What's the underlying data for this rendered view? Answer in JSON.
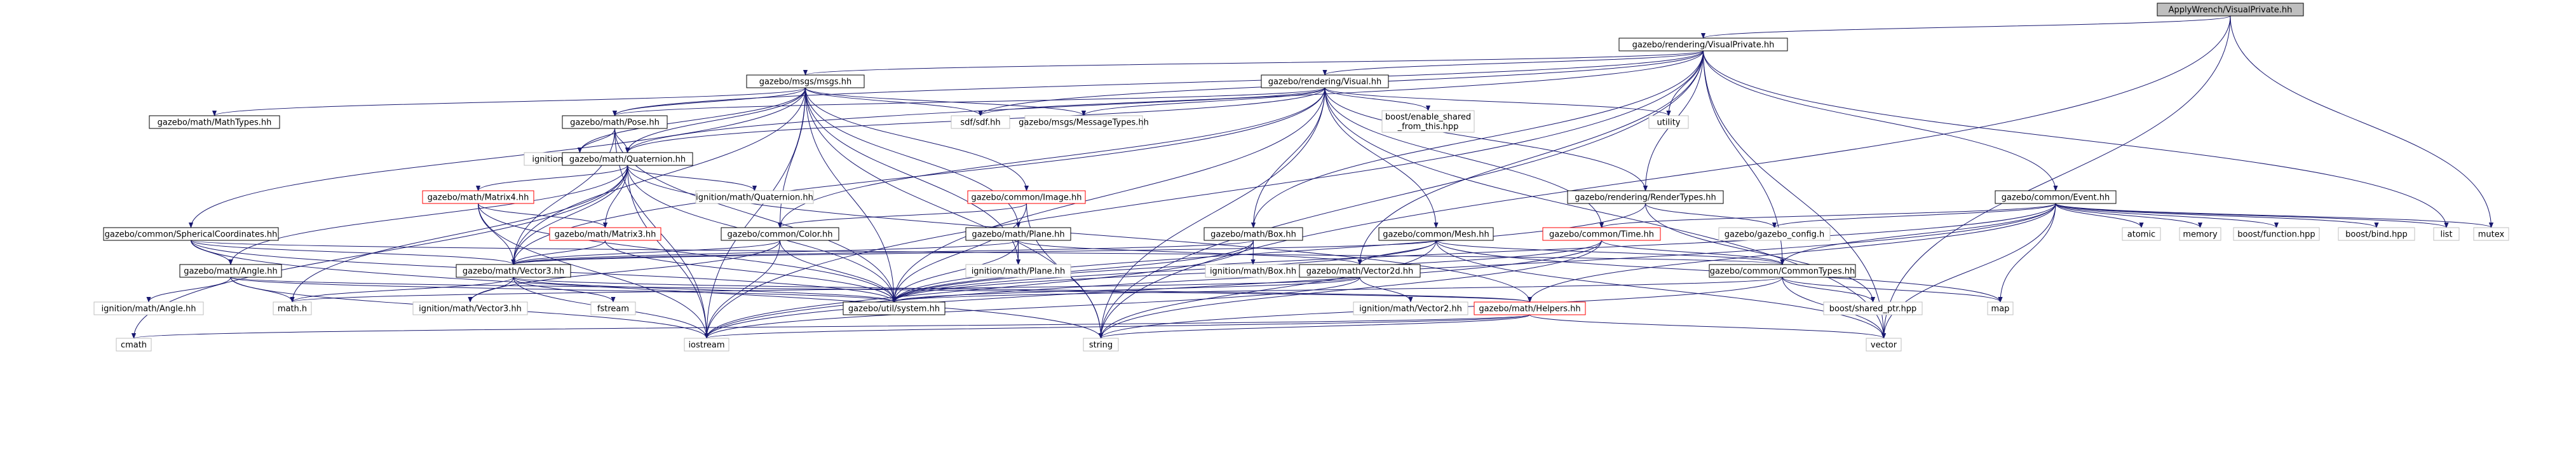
{
  "diagram": {
    "nodes": [
      {
        "id": "apply",
        "label": "ApplyWrench/VisualPrivate.hh",
        "style": "root"
      },
      {
        "id": "vp",
        "label": "gazebo/rendering/VisualPrivate.hh",
        "style": "box"
      },
      {
        "id": "msgs",
        "label": "gazebo/msgs/msgs.hh",
        "style": "box"
      },
      {
        "id": "visual",
        "label": "gazebo/rendering/Visual.hh",
        "style": "box"
      },
      {
        "id": "mathtypes",
        "label": "gazebo/math/MathTypes.hh",
        "style": "box"
      },
      {
        "id": "pose",
        "label": "gazebo/math/Pose.hh",
        "style": "box"
      },
      {
        "id": "sdf",
        "label": "sdf/sdf.hh",
        "style": "ext"
      },
      {
        "id": "msgtypes",
        "label": "gazebo/msgs/MessageTypes.hh",
        "style": "ext"
      },
      {
        "id": "boostshared",
        "label": "boost/enable_shared\n_from_this.hpp",
        "style": "ext"
      },
      {
        "id": "utility",
        "label": "utility",
        "style": "ext"
      },
      {
        "id": "ipose3",
        "label": "ignition/math/Pose3.hh",
        "style": "ext"
      },
      {
        "id": "quat",
        "label": "gazebo/math/Quaternion.hh",
        "style": "box"
      },
      {
        "id": "iquat",
        "label": "ignition/math/Quaternion.hh",
        "style": "ext"
      },
      {
        "id": "matrix4",
        "label": "gazebo/math/Matrix4.hh",
        "style": "red"
      },
      {
        "id": "matrix3",
        "label": "gazebo/math/Matrix3.hh",
        "style": "red"
      },
      {
        "id": "image",
        "label": "gazebo/common/Image.hh",
        "style": "red"
      },
      {
        "id": "rtypes",
        "label": "gazebo/rendering/RenderTypes.hh",
        "style": "box"
      },
      {
        "id": "event",
        "label": "gazebo/common/Event.hh",
        "style": "box"
      },
      {
        "id": "spherical",
        "label": "gazebo/common/SphericalCoordinates.hh",
        "style": "box"
      },
      {
        "id": "angle",
        "label": "gazebo/math/Angle.hh",
        "style": "box"
      },
      {
        "id": "iangle",
        "label": "ignition/math/Angle.hh",
        "style": "ext"
      },
      {
        "id": "color",
        "label": "gazebo/common/Color.hh",
        "style": "box"
      },
      {
        "id": "plane",
        "label": "gazebo/math/Plane.hh",
        "style": "box"
      },
      {
        "id": "iplane",
        "label": "ignition/math/Plane.hh",
        "style": "ext"
      },
      {
        "id": "box",
        "label": "gazebo/math/Box.hh",
        "style": "box"
      },
      {
        "id": "ibox",
        "label": "ignition/math/Box.hh",
        "style": "ext"
      },
      {
        "id": "mesh",
        "label": "gazebo/common/Mesh.hh",
        "style": "box"
      },
      {
        "id": "time",
        "label": "gazebo/common/Time.hh",
        "style": "red"
      },
      {
        "id": "gzconfig",
        "label": "gazebo/gazebo_config.h",
        "style": "ext"
      },
      {
        "id": "atomic",
        "label": "atomic",
        "style": "ext"
      },
      {
        "id": "memory",
        "label": "memory",
        "style": "ext"
      },
      {
        "id": "boostfunc",
        "label": "boost/function.hpp",
        "style": "ext"
      },
      {
        "id": "boostbind",
        "label": "boost/bind.hpp",
        "style": "ext"
      },
      {
        "id": "list",
        "label": "list",
        "style": "ext"
      },
      {
        "id": "mutex",
        "label": "mutex",
        "style": "ext"
      },
      {
        "id": "vector3",
        "label": "gazebo/math/Vector3.hh",
        "style": "box"
      },
      {
        "id": "vector2d",
        "label": "gazebo/math/Vector2d.hh",
        "style": "box"
      },
      {
        "id": "ctypes",
        "label": "gazebo/common/CommonTypes.hh",
        "style": "box"
      },
      {
        "id": "mathh",
        "label": "math.h",
        "style": "ext"
      },
      {
        "id": "ivector3",
        "label": "ignition/math/Vector3.hh",
        "style": "ext"
      },
      {
        "id": "fstream",
        "label": "fstream",
        "style": "ext"
      },
      {
        "id": "system",
        "label": "gazebo/util/system.hh",
        "style": "box"
      },
      {
        "id": "ivector2",
        "label": "ignition/math/Vector2.hh",
        "style": "ext"
      },
      {
        "id": "helpers",
        "label": "gazebo/math/Helpers.hh",
        "style": "red"
      },
      {
        "id": "boostsharedptr",
        "label": "boost/shared_ptr.hpp",
        "style": "ext"
      },
      {
        "id": "map",
        "label": "map",
        "style": "ext"
      },
      {
        "id": "cmath",
        "label": "cmath",
        "style": "ext"
      },
      {
        "id": "iostream",
        "label": "iostream",
        "style": "ext"
      },
      {
        "id": "string",
        "label": "string",
        "style": "ext"
      },
      {
        "id": "vector",
        "label": "vector",
        "style": "ext"
      }
    ],
    "edges": [
      [
        "apply",
        "vp"
      ],
      [
        "apply",
        "mutex"
      ],
      [
        "apply",
        "string"
      ],
      [
        "apply",
        "vector"
      ],
      [
        "vp",
        "msgs"
      ],
      [
        "vp",
        "visual"
      ],
      [
        "vp",
        "pose"
      ],
      [
        "vp",
        "quat"
      ],
      [
        "vp",
        "sdf"
      ],
      [
        "vp",
        "utility"
      ],
      [
        "vp",
        "rtypes"
      ],
      [
        "vp",
        "event"
      ],
      [
        "vp",
        "box"
      ],
      [
        "vp",
        "vector2d"
      ],
      [
        "vp",
        "ctypes"
      ],
      [
        "vp",
        "list"
      ],
      [
        "vp",
        "vector"
      ],
      [
        "vp",
        "string"
      ],
      [
        "vp",
        "iostream"
      ],
      [
        "msgs",
        "mathtypes"
      ],
      [
        "msgs",
        "pose"
      ],
      [
        "msgs",
        "sdf"
      ],
      [
        "msgs",
        "msgtypes"
      ],
      [
        "msgs",
        "ipose3"
      ],
      [
        "msgs",
        "quat"
      ],
      [
        "msgs",
        "image"
      ],
      [
        "msgs",
        "spherical"
      ],
      [
        "msgs",
        "color"
      ],
      [
        "msgs",
        "plane"
      ],
      [
        "msgs",
        "vector3"
      ],
      [
        "msgs",
        "system"
      ],
      [
        "msgs",
        "iplane"
      ],
      [
        "msgs",
        "string"
      ],
      [
        "msgs",
        "iostream"
      ],
      [
        "visual",
        "sdf"
      ],
      [
        "visual",
        "msgtypes"
      ],
      [
        "visual",
        "boostshared"
      ],
      [
        "visual",
        "utility"
      ],
      [
        "visual",
        "pose"
      ],
      [
        "visual",
        "quat"
      ],
      [
        "visual",
        "color"
      ],
      [
        "visual",
        "box"
      ],
      [
        "visual",
        "mesh"
      ],
      [
        "visual",
        "time"
      ],
      [
        "visual",
        "rtypes"
      ],
      [
        "visual",
        "system"
      ],
      [
        "visual",
        "vector3"
      ],
      [
        "visual",
        "string"
      ],
      [
        "visual",
        "vector"
      ],
      [
        "pose",
        "ipose3"
      ],
      [
        "pose",
        "quat"
      ],
      [
        "pose",
        "vector3"
      ],
      [
        "pose",
        "system"
      ],
      [
        "pose",
        "iostream"
      ],
      [
        "quat",
        "iquat"
      ],
      [
        "quat",
        "matrix4"
      ],
      [
        "quat",
        "matrix3"
      ],
      [
        "quat",
        "angle"
      ],
      [
        "quat",
        "vector3"
      ],
      [
        "quat",
        "helpers"
      ],
      [
        "quat",
        "system"
      ],
      [
        "quat",
        "mathh"
      ],
      [
        "quat",
        "cmath"
      ],
      [
        "quat",
        "iostream"
      ],
      [
        "matrix4",
        "matrix3"
      ],
      [
        "matrix4",
        "vector3"
      ],
      [
        "matrix4",
        "system"
      ],
      [
        "matrix4",
        "iostream"
      ],
      [
        "matrix3",
        "vector3"
      ],
      [
        "matrix3",
        "system"
      ],
      [
        "image",
        "color"
      ],
      [
        "image",
        "system"
      ],
      [
        "image",
        "string"
      ],
      [
        "rtypes",
        "gzconfig"
      ],
      [
        "rtypes",
        "system"
      ],
      [
        "rtypes",
        "boostsharedptr"
      ],
      [
        "event",
        "gzconfig"
      ],
      [
        "event",
        "atomic"
      ],
      [
        "event",
        "memory"
      ],
      [
        "event",
        "boostfunc"
      ],
      [
        "event",
        "boostbind"
      ],
      [
        "event",
        "list"
      ],
      [
        "event",
        "mutex"
      ],
      [
        "event",
        "map"
      ],
      [
        "event",
        "vector"
      ],
      [
        "event",
        "iostream"
      ],
      [
        "event",
        "ctypes"
      ],
      [
        "event",
        "time"
      ],
      [
        "event",
        "system"
      ],
      [
        "event",
        "helpers"
      ],
      [
        "spherical",
        "angle"
      ],
      [
        "spherical",
        "vector3"
      ],
      [
        "spherical",
        "ctypes"
      ],
      [
        "spherical",
        "system"
      ],
      [
        "spherical",
        "string"
      ],
      [
        "angle",
        "iangle"
      ],
      [
        "angle",
        "helpers"
      ],
      [
        "angle",
        "system"
      ],
      [
        "angle",
        "mathh"
      ],
      [
        "angle",
        "iostream"
      ],
      [
        "color",
        "vector3"
      ],
      [
        "color",
        "system"
      ],
      [
        "color",
        "iostream"
      ],
      [
        "color",
        "ivector3"
      ],
      [
        "plane",
        "vector3"
      ],
      [
        "plane",
        "vector2d"
      ],
      [
        "plane",
        "iplane"
      ],
      [
        "plane",
        "system"
      ],
      [
        "box",
        "vector3"
      ],
      [
        "box",
        "ibox"
      ],
      [
        "box",
        "system"
      ],
      [
        "box",
        "iostream"
      ],
      [
        "mesh",
        "vector3"
      ],
      [
        "mesh",
        "vector2d"
      ],
      [
        "mesh",
        "system"
      ],
      [
        "mesh",
        "ctypes"
      ],
      [
        "mesh",
        "map"
      ],
      [
        "mesh",
        "string"
      ],
      [
        "mesh",
        "vector"
      ],
      [
        "time",
        "ctypes"
      ],
      [
        "time",
        "system"
      ],
      [
        "time",
        "string"
      ],
      [
        "time",
        "iostream"
      ],
      [
        "vector3",
        "mathh"
      ],
      [
        "vector3",
        "fstream"
      ],
      [
        "vector3",
        "ivector3"
      ],
      [
        "vector3",
        "helpers"
      ],
      [
        "vector3",
        "system"
      ],
      [
        "vector3",
        "iostream"
      ],
      [
        "vector2d",
        "ivector2"
      ],
      [
        "vector2d",
        "system"
      ],
      [
        "vector2d",
        "mathh"
      ],
      [
        "vector2d",
        "iostream"
      ],
      [
        "ctypes",
        "boostsharedptr"
      ],
      [
        "ctypes",
        "map"
      ],
      [
        "ctypes",
        "string"
      ],
      [
        "ctypes",
        "vector"
      ],
      [
        "ctypes",
        "system"
      ],
      [
        "helpers",
        "iostream"
      ],
      [
        "helpers",
        "string"
      ],
      [
        "helpers",
        "vector"
      ],
      [
        "helpers",
        "cmath"
      ]
    ]
  }
}
